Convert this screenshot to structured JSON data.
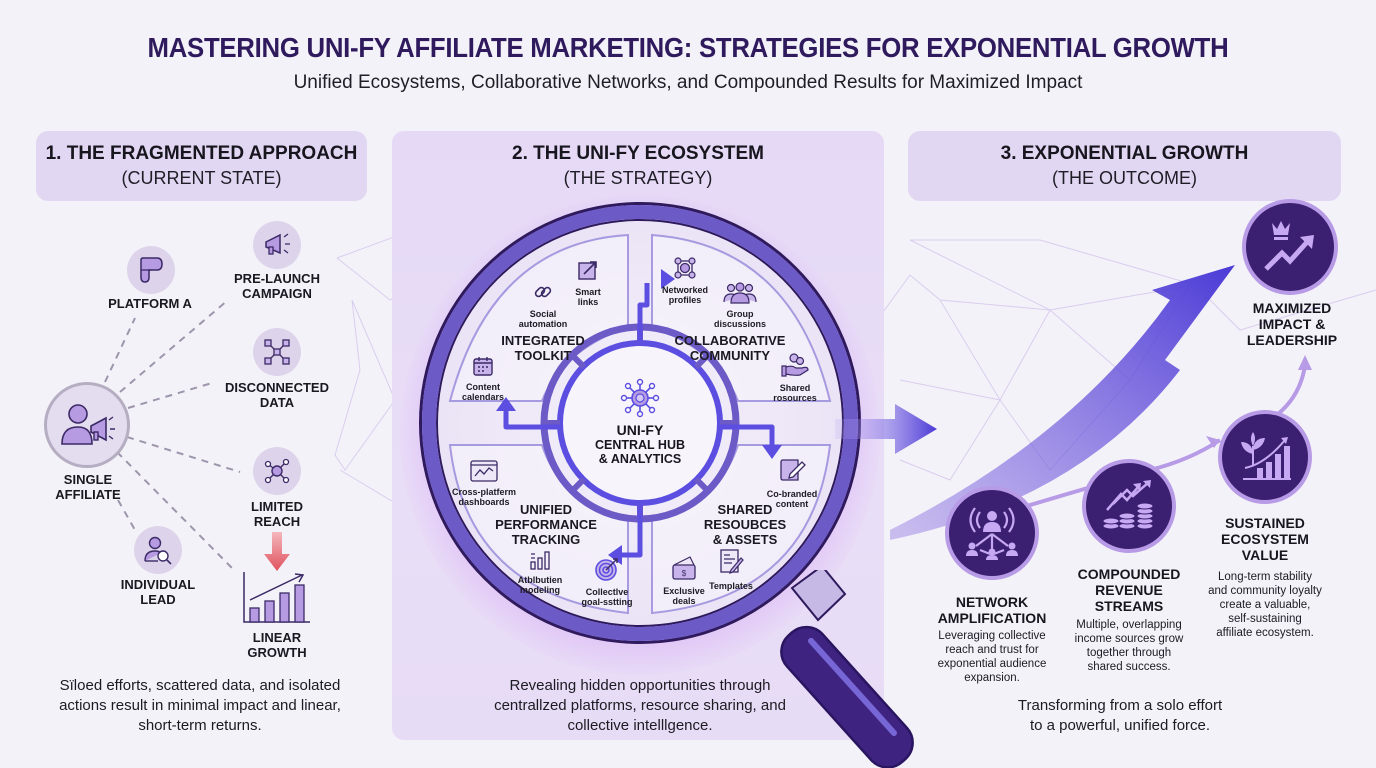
{
  "header": {
    "title": "MASTERING UNI-FY AFFILIATE MARKETING: STRATEGIES FOR EXPONENTIAL GROWTH",
    "subtitle": "Unified Ecosystems, Collaborative Networks, and Compounded Results for Maximized Impact"
  },
  "colors": {
    "title": "#2e1a5c",
    "panel": "#e2d7f3",
    "accent": "#5b4ee0",
    "dark_purple": "#3b1f70",
    "light_purple": "#b89be6",
    "warning_red": "#e0525e",
    "background": "#f4f2f9"
  },
  "section1": {
    "heading": "1. THE FRAGMENTED APPROACH",
    "subheading": "(CURRENT STATE)",
    "center": {
      "label_line1": "SINGLE",
      "label_line2": "AFFILIATE",
      "icon": "person-megaphone-icon"
    },
    "nodes": [
      {
        "label_line1": "PLATFORM A",
        "label_line2": "",
        "icon": "platform-icon"
      },
      {
        "label_line1": "PRE-LAUNCH",
        "label_line2": "CAMPAIGN",
        "icon": "megaphone-icon"
      },
      {
        "label_line1": "DISCONNECTED",
        "label_line2": "DATA",
        "icon": "disconnected-nodes-icon"
      },
      {
        "label_line1": "LIMITED",
        "label_line2": "REACH",
        "icon": "network-hub-icon"
      },
      {
        "label_line1": "INDIVIDUAL",
        "label_line2": "LEAD",
        "icon": "user-search-icon"
      },
      {
        "label_line1": "LINEAR",
        "label_line2": "GROWTH",
        "icon": "bar-chart-icon"
      }
    ],
    "description": [
      "Sïloed efforts, scattered data, and isolated",
      "actions result in minimal impact and linear,",
      "short-term returns."
    ]
  },
  "section2": {
    "heading": "2. THE UNI-FY ECOSYSTEM",
    "subheading": "(THE STRATEGY)",
    "hub": {
      "line1": "UNI-FY",
      "line2": "CENTRAL HUB",
      "line3": "& ANALYTICS",
      "icon": "hub-network-icon"
    },
    "quadrants": [
      {
        "title_line1": "INTEGRATED",
        "title_line2": "TOOLKIT",
        "title_line3": "",
        "items": [
          {
            "line1": "Social",
            "line2": "automation",
            "icon": "link-chain-icon"
          },
          {
            "line1": "Smart",
            "line2": "links",
            "icon": "external-link-icon"
          },
          {
            "line1": "Content",
            "line2": "calendars",
            "icon": "calendar-icon"
          }
        ]
      },
      {
        "title_line1": "COLLABORATIVE",
        "title_line2": "COMMUNITY",
        "title_line3": "",
        "items": [
          {
            "line1": "Networked",
            "line2": "profiles",
            "icon": "networked-profiles-icon"
          },
          {
            "line1": "Group",
            "line2": "discussions",
            "icon": "group-icon"
          },
          {
            "line1": "Shared",
            "line2": "rosources",
            "icon": "hand-coins-icon"
          }
        ]
      },
      {
        "title_line1": "UNIFIED",
        "title_line2": "PERFORMANCE",
        "title_line3": "TRACKING",
        "items": [
          {
            "line1": "Cross-platferm",
            "line2": "dashboards",
            "icon": "dashboard-icon"
          },
          {
            "line1": "Atblbutien",
            "line2": "modeling",
            "icon": "bars-icon"
          },
          {
            "line1": "Collectlve",
            "line2": "goal-sstting",
            "icon": "target-icon"
          }
        ]
      },
      {
        "title_line1": "SHARED",
        "title_line2": "RESOUBCES",
        "title_line3": "& ASSETS",
        "items": [
          {
            "line1": "Co-branded",
            "line2": "content",
            "icon": "edit-document-icon"
          },
          {
            "line1": "Exclusive",
            "line2": "deals",
            "icon": "wallet-icon"
          },
          {
            "line1": "Templates",
            "line2": "",
            "icon": "template-icon"
          }
        ]
      }
    ],
    "description": [
      "Revealing hidden opportunities through",
      "centrallzed platforms, resource sharing, and",
      "collective intelllgence."
    ]
  },
  "section3": {
    "heading": "3. EXPONENTIAL GROWTH",
    "subheading": "(THE OUTCOME)",
    "outcomes": [
      {
        "title": [
          "NETWORK",
          "AMPLIFICATION"
        ],
        "desc": [
          "Leveraging collective",
          "reach and trust for",
          "exponential audience",
          "expansion."
        ],
        "icon": "broadcast-network-icon"
      },
      {
        "title": [
          "COMPOUNDED",
          "REVENUE",
          "STREAMS"
        ],
        "desc": [
          "Multiple, overlapping",
          "income sources grow",
          "together through",
          "shared success."
        ],
        "icon": "coins-growth-icon"
      },
      {
        "title": [
          "SUSTAINED",
          "ECOSYSTEM",
          "VALUE"
        ],
        "desc": [
          "Long-term stability",
          "and community loyalty",
          "create a valuable,",
          "self-sustaining",
          "affiliate ecosystem."
        ],
        "icon": "plant-growth-icon"
      },
      {
        "title": [
          "MAXIMIZED",
          "IMPACT &",
          "LEADERSHIP"
        ],
        "desc": [],
        "icon": "crown-trend-icon"
      }
    ],
    "description": [
      "Transforming from a solo effort",
      "to a powerful, unified force."
    ]
  }
}
